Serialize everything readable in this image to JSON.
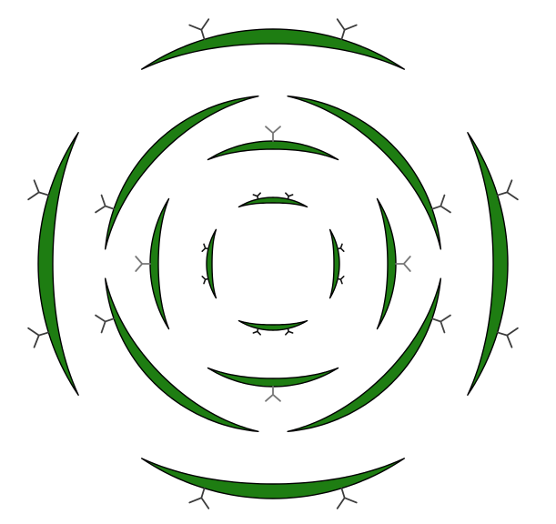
{
  "diagram": {
    "colors": {
      "crescent_fill": "#1e7d12",
      "crescent_stroke": "#000000",
      "branch_outer": "#3b3b3b",
      "branch_middle": "#444444",
      "branch_inner": "#777777",
      "branch_innermost": "#111111",
      "background": "#ffffff"
    },
    "rings": [
      {
        "name": "outermost-ring",
        "segment_count": 4,
        "orientation": "axis-aligned",
        "branch_marks_per_segment": 2,
        "branch_color": "branch_outer"
      },
      {
        "name": "second-ring",
        "segment_count": 4,
        "orientation": "diagonal",
        "branch_marks_per_segment": 1,
        "branch_color": "branch_middle"
      },
      {
        "name": "third-ring",
        "segment_count": 4,
        "orientation": "axis-aligned",
        "branch_marks_per_segment": 1,
        "branch_color": "branch_inner"
      },
      {
        "name": "innermost-ring",
        "segment_count": 4,
        "orientation": "axis-aligned",
        "branch_marks_per_segment": 2,
        "branch_color": "branch_innermost"
      }
    ]
  }
}
